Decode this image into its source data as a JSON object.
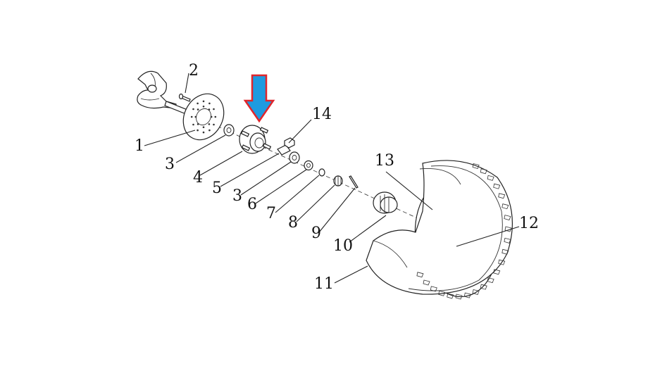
{
  "callouts": [
    {
      "id": "1",
      "text": "1"
    },
    {
      "id": "2",
      "text": "2"
    },
    {
      "id": "3a",
      "text": "3"
    },
    {
      "id": "4",
      "text": "4"
    },
    {
      "id": "5",
      "text": "5"
    },
    {
      "id": "3b",
      "text": "3"
    },
    {
      "id": "6",
      "text": "6"
    },
    {
      "id": "7",
      "text": "7"
    },
    {
      "id": "8",
      "text": "8"
    },
    {
      "id": "9",
      "text": "9"
    },
    {
      "id": "10",
      "text": "10"
    },
    {
      "id": "11",
      "text": "11"
    },
    {
      "id": "12",
      "text": "12"
    },
    {
      "id": "13",
      "text": "13"
    },
    {
      "id": "14",
      "text": "14"
    }
  ],
  "highlight_arrow": {
    "fill": "#1e9be0",
    "stroke": "#e0262c",
    "points_to": "4"
  },
  "colors": {
    "line": "#222222",
    "background": "#ffffff"
  }
}
